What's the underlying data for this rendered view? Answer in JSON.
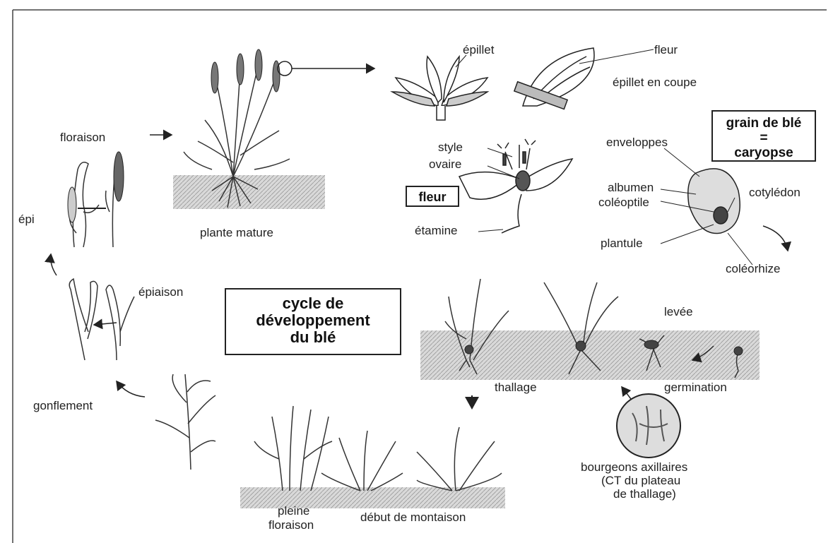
{
  "title_box": {
    "line1": "cycle de",
    "line2": "développement",
    "line3": "du blé"
  },
  "grain_box": {
    "line1": "grain de blé",
    "line2": "=",
    "line3": "caryopse"
  },
  "fleur_box": "fleur",
  "labels": {
    "floraison": "floraison",
    "epi": "épi",
    "plante_mature": "plante mature",
    "epillet": "épillet",
    "fleur": "fleur",
    "epillet_en_coupe": "épillet en coupe",
    "style": "style",
    "ovaire": "ovaire",
    "etamine": "étamine",
    "enveloppes": "enveloppes",
    "albumen": "albumen",
    "coleoptile": "coléoptile",
    "cotyledon": "cotylédon",
    "plantule": "plantule",
    "coleorhize": "coléorhize",
    "epiaison": "épiaison",
    "gonflement": "gonflement",
    "levee": "levée",
    "tallage": "thallage",
    "germination": "germination",
    "bourgeons_line1": "bourgeons axillaires",
    "bourgeons_line2": "(CT du plateau",
    "bourgeons_line3": "de thallage)",
    "pleine_line1": "pleine",
    "pleine_line2": "floraison",
    "debut_montaison": "début de montaison"
  }
}
